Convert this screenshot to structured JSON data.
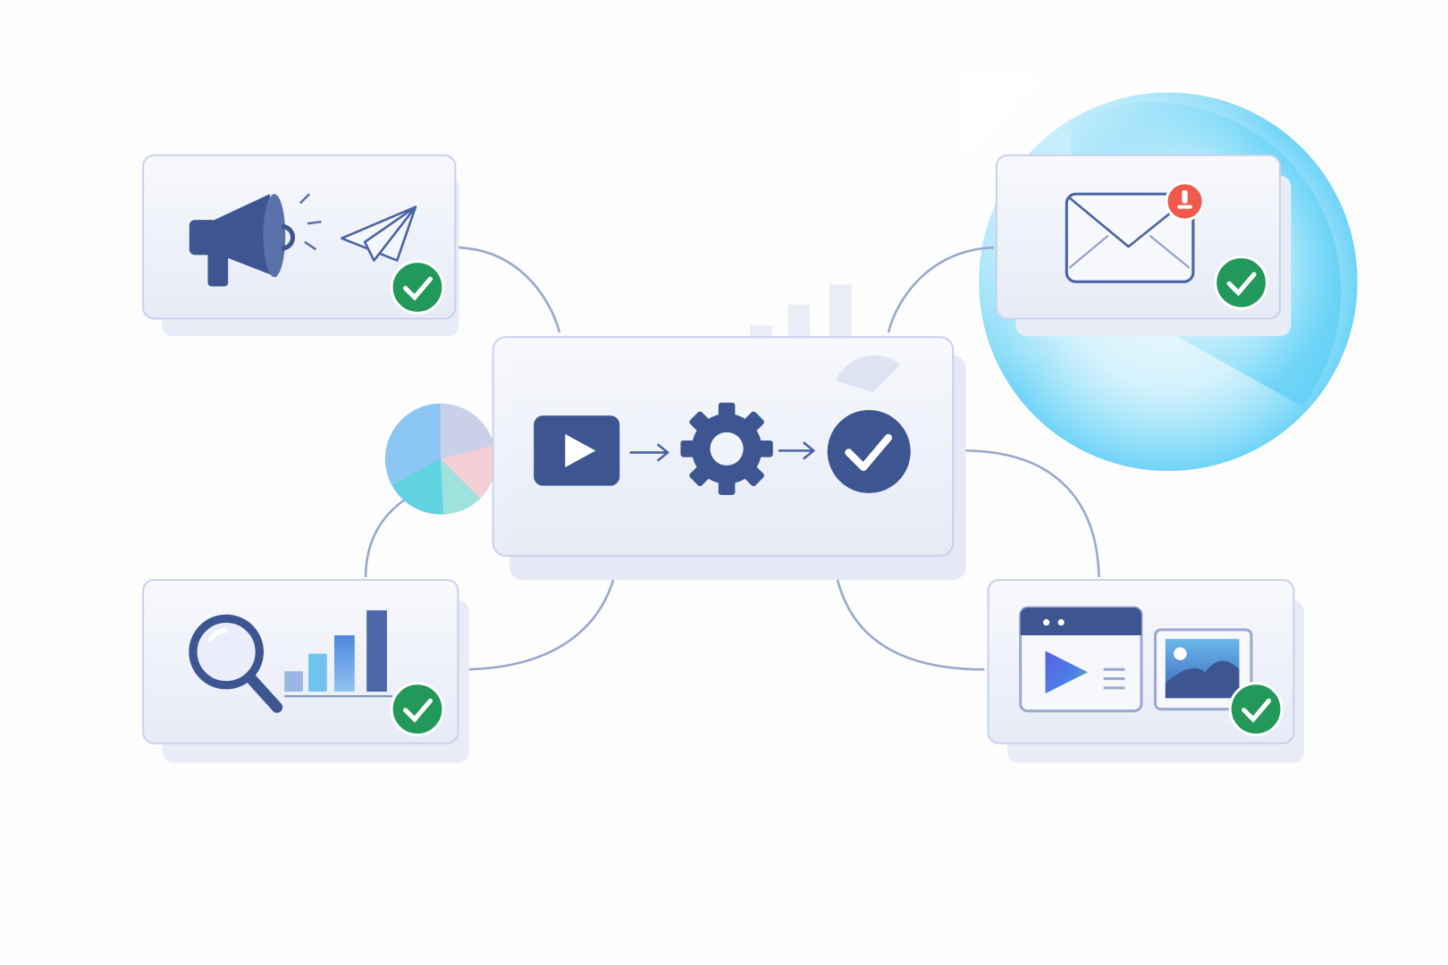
{
  "diagram": {
    "nodes": [
      {
        "id": "marketing",
        "icons": [
          "megaphone-icon",
          "paper-plane-icon",
          "check-badge-icon"
        ],
        "status": "done"
      },
      {
        "id": "email",
        "icons": [
          "envelope-icon",
          "notification-badge-icon",
          "check-badge-icon"
        ],
        "status": "done"
      },
      {
        "id": "workflow-hub",
        "icons": [
          "play-icon",
          "arrow-right-icon",
          "gear-icon",
          "arrow-right-icon",
          "check-circle-icon"
        ]
      },
      {
        "id": "analytics",
        "icons": [
          "magnifier-icon",
          "bar-chart-icon",
          "check-badge-icon"
        ],
        "status": "done"
      },
      {
        "id": "media",
        "icons": [
          "video-window-icon",
          "image-icon",
          "check-badge-icon"
        ],
        "status": "done"
      }
    ],
    "decorations": [
      "pie-chart",
      "blue-glow"
    ]
  },
  "colors": {
    "navy": "#3d5591",
    "success": "#22995a",
    "alert": "#ef5a4c",
    "connector": "#98a8cc",
    "card_border": "#c9d2ea",
    "glow": "#5fd0f6"
  }
}
